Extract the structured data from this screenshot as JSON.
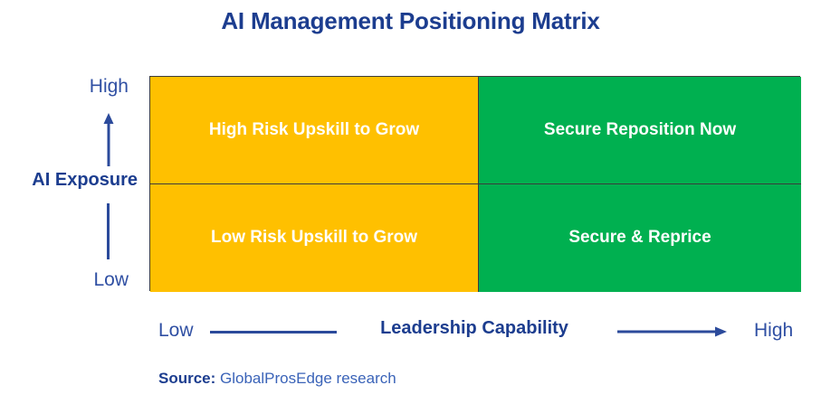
{
  "title": "AI Management Positioning Matrix",
  "colors": {
    "title_blue": "#1c3d8f",
    "axis_blue": "#2f4fa3",
    "line_blue": "#2b4a9b",
    "amber": "#FFC000",
    "green": "#00B050",
    "quadrant_text": "#FFFFFF",
    "border": "#3c3c3c",
    "source_text": "#3a63b8"
  },
  "y_axis": {
    "title": "AI Exposure",
    "high_label": "High",
    "low_label": "Low",
    "arrow_direction": "up"
  },
  "x_axis": {
    "title": "Leadership Capability",
    "low_label": "Low",
    "high_label": "High",
    "arrow_direction": "right"
  },
  "quadrants": [
    {
      "id": "top-left",
      "label": "High Risk Upskill to Grow",
      "color": "#FFC000"
    },
    {
      "id": "top-right",
      "label": "Secure Reposition Now",
      "color": "#00B050"
    },
    {
      "id": "bottom-left",
      "label": "Low Risk Upskill to Grow",
      "color": "#FFC000"
    },
    {
      "id": "bottom-right",
      "label": "Secure & Reprice",
      "color": "#00B050"
    }
  ],
  "source": {
    "label": "Source:",
    "text": " GlobalProsEdge research"
  },
  "chart_data": {
    "type": "table",
    "title": "AI Management Positioning Matrix",
    "xlabel": "Leadership Capability",
    "ylabel": "AI Exposure",
    "x_ticks": [
      "Low",
      "High"
    ],
    "y_ticks": [
      "Low",
      "High"
    ],
    "grid": true,
    "legend": "none",
    "cells": [
      {
        "x": "Low",
        "y": "High",
        "value": "High Risk Upskill to Grow",
        "color": "#FFC000"
      },
      {
        "x": "High",
        "y": "High",
        "value": "Secure Reposition Now",
        "color": "#00B050"
      },
      {
        "x": "Low",
        "y": "Low",
        "value": "Low Risk Upskill to Grow",
        "color": "#FFC000"
      },
      {
        "x": "High",
        "y": "Low",
        "value": "Secure & Reprice",
        "color": "#00B050"
      }
    ],
    "annotations": [
      "Source: GlobalProsEdge research"
    ]
  }
}
